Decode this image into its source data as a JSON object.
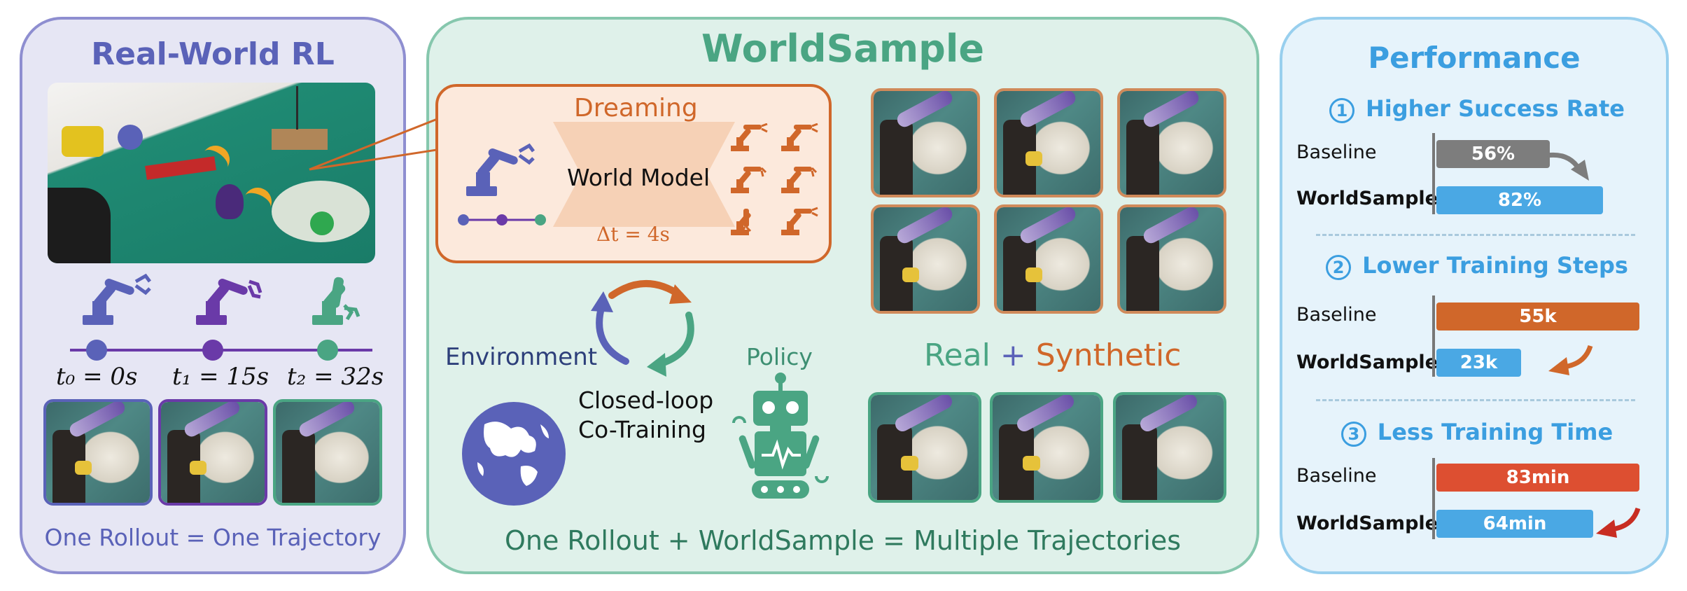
{
  "left_panel": {
    "title": "Real-World RL",
    "timeline": [
      {
        "label": "t₀ = 0s"
      },
      {
        "label": "t₁ = 15s"
      },
      {
        "label": "t₂ = 32s"
      }
    ],
    "footer": "One Rollout = One Trajectory"
  },
  "mid_panel": {
    "title": "WorldSample",
    "dream_box": {
      "title": "Dreaming",
      "world_model": "World Model",
      "delta": "Δt = 4s"
    },
    "environment": "Environment",
    "closed_loop": [
      "Closed-loop",
      "Co-Training"
    ],
    "policy": "Policy",
    "real": "Real",
    "plus": "+",
    "synthetic": "Synthetic",
    "footer": "One Rollout + WorldSample = Multiple Trajectories"
  },
  "right_panel": {
    "title": "Performance",
    "sections": [
      {
        "num": "1",
        "title": "Higher Success Rate",
        "baseline_label": "Baseline",
        "ours_label": "WorldSample",
        "baseline_value": "56%",
        "ours_value": "82%",
        "baseline_frac": 0.56,
        "ours_frac": 0.82
      },
      {
        "num": "2",
        "title": "Lower Training Steps",
        "baseline_label": "Baseline",
        "ours_label": "WorldSample",
        "baseline_value": "55k",
        "ours_value": "23k",
        "baseline_frac": 1.0,
        "ours_frac": 0.418
      },
      {
        "num": "3",
        "title": "Less Training Time",
        "baseline_label": "Baseline",
        "ours_label": "WorldSample",
        "baseline_value": "83min",
        "ours_value": "64min",
        "baseline_frac": 1.0,
        "ours_frac": 0.771
      }
    ]
  },
  "colors": {
    "blue_purple": "#5a62b8",
    "purple": "#6a3aa8",
    "green": "#4aa583",
    "orange": "#d0672a",
    "sky": "#3b9ee0",
    "gray_bar": "#7d7d7d",
    "red_bar": "#dd4f31",
    "blue_bar": "#4aa8e4"
  }
}
